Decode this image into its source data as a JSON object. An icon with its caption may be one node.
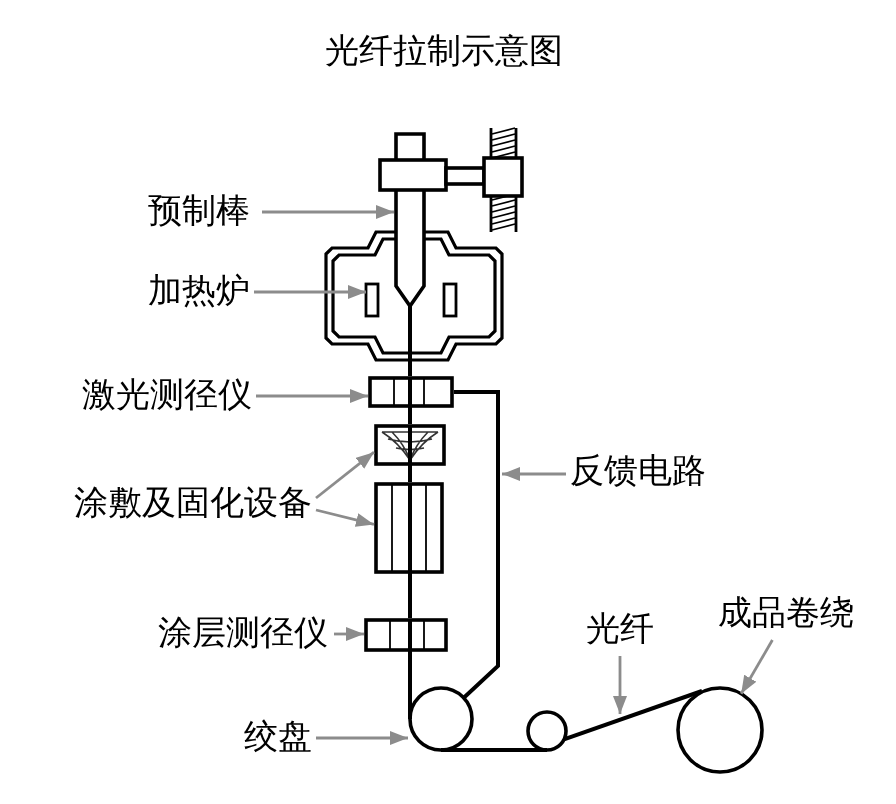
{
  "diagram": {
    "title": "光纤拉制示意图",
    "nodes": [
      {
        "text": [
          "预制棒"
        ]
      },
      {
        "text": [],
        "shape": "rod"
      },
      {
        "text": [
          "加热炉"
        ]
      },
      {
        "text": [],
        "shape": "picture"
      },
      {
        "text": [
          "激光测径仪"
        ]
      },
      {
        "text": [],
        "shape": "box"
      },
      {
        "text": [
          "反馈电路"
        ]
      },
      {
        "text": [
          "涂敷及固化设备"
        ]
      },
      {
        "text": [],
        "shape": "picture"
      },
      {
        "text": [],
        "shape": "box"
      },
      {
        "text": [
          "成品卷绕"
        ]
      },
      {
        "text": [
          "光纤"
        ]
      },
      {
        "text": [
          "涂层测径仪"
        ]
      },
      {
        "text": [],
        "shape": "box"
      },
      {
        "text": [
          "绞盘"
        ]
      },
      {
        "text": [],
        "shape": "circle"
      },
      {
        "text": [],
        "shape": "circle"
      },
      {
        "text": [],
        "shape": "circle"
      }
    ],
    "edges": [
      {
        "from": 0,
        "to": 1,
        "arrow": "to"
      },
      {
        "from": 2,
        "to": 3,
        "arrow": "to"
      },
      {
        "from": 4,
        "to": 5,
        "arrow": "to"
      },
      {
        "from": 5,
        "to": 15,
        "arrow": "none",
        "color": "#000000"
      },
      {
        "from": 6,
        "to": null,
        "arrow": "to"
      },
      {
        "from": 7,
        "to": 8,
        "arrow": "to"
      },
      {
        "from": 7,
        "to": 9,
        "arrow": "to"
      },
      {
        "from": 10,
        "to": 16,
        "arrow": "to"
      },
      {
        "from": 11,
        "to": null,
        "arrow": "to"
      },
      {
        "from": 12,
        "to": 13,
        "arrow": "to"
      },
      {
        "from": 14,
        "to": 15,
        "arrow": "to"
      },
      {
        "from": 3,
        "to": 5,
        "arrow": "none",
        "color": "#000000"
      },
      {
        "from": 5,
        "to": 8,
        "arrow": "none",
        "color": "#000000"
      },
      {
        "from": 8,
        "to": 9,
        "arrow": "none",
        "color": "#000000"
      },
      {
        "from": 9,
        "to": 13,
        "arrow": "none",
        "color": "#000000"
      },
      {
        "from": 13,
        "to": 15,
        "arrow": "none",
        "color": "#000000"
      },
      {
        "from": 15,
        "to": 17,
        "arrow": "none",
        "color": "#000000"
      },
      {
        "from": 17,
        "to": 16,
        "arrow": "none",
        "color": "#000000"
      }
    ]
  }
}
